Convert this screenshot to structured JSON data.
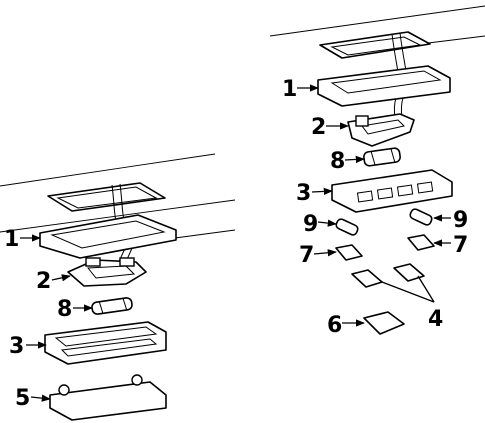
{
  "diagram": {
    "callouts": {
      "left_1": "1",
      "left_2": "2",
      "left_8": "8",
      "left_3": "3",
      "left_5": "5",
      "right_1": "1",
      "right_2": "2",
      "right_8": "8",
      "right_3": "3",
      "right_9a": "9",
      "right_9b": "9",
      "right_7a": "7",
      "right_7b": "7",
      "right_6": "6",
      "right_4": "4"
    },
    "colors": {
      "line": "#000000",
      "background": "#ffffff"
    }
  }
}
